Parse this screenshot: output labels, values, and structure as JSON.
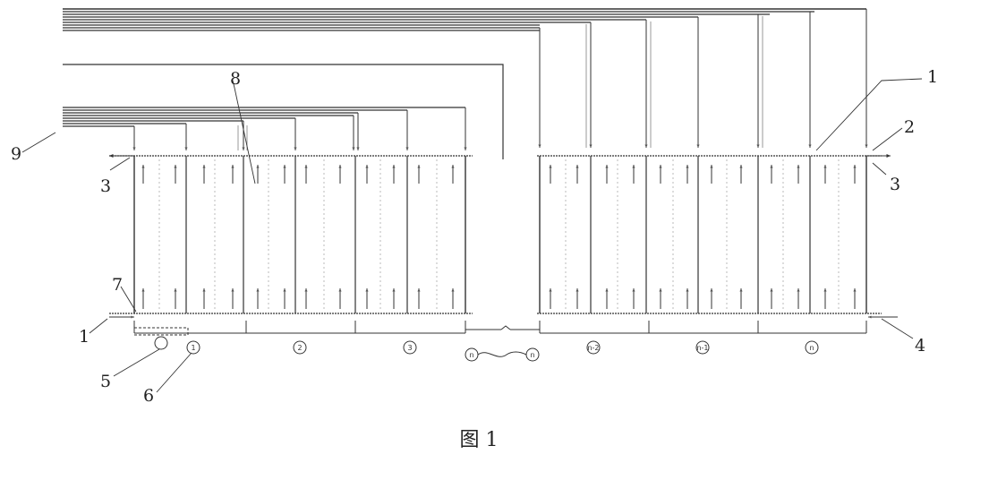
{
  "figure": {
    "caption": "图 1"
  },
  "callouts": {
    "c1_right": "1",
    "c1_left": "1",
    "c2": "2",
    "c3_left": "3",
    "c3_right": "3",
    "c4": "4",
    "c5": "5",
    "c6": "6",
    "c7": "7",
    "c8": "8",
    "c9": "9"
  },
  "modules": {
    "left": [
      "1",
      "2",
      "3"
    ],
    "mid": [
      "n",
      "n"
    ],
    "right": [
      "n-2",
      "n-1",
      "n"
    ]
  }
}
